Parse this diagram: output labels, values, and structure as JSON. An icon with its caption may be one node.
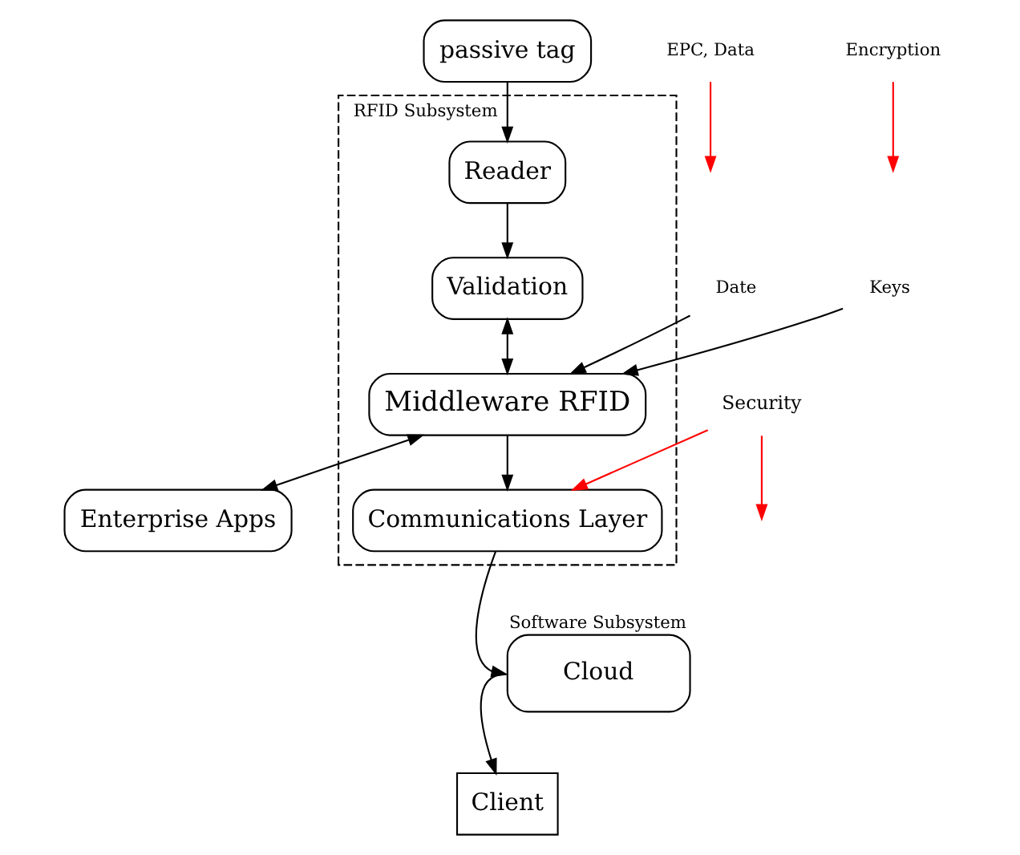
{
  "diagram": {
    "nodes": [
      {
        "text": [
          "RFID Subsystem"
        ]
      },
      {
        "text": [
          "passive tag"
        ]
      },
      {
        "text": [
          "Reader"
        ],
        "in": 0
      },
      {
        "text": [
          "Validation"
        ],
        "in": 0
      },
      {
        "text": [
          "Middleware RFID"
        ],
        "in": 0
      },
      {
        "text": [
          "Communications Layer"
        ],
        "in": 0
      },
      {
        "text": [
          "Enterprise Apps"
        ]
      },
      {
        "text": [
          "Cloud"
        ],
        "beside": [
          "Software Subsystem"
        ]
      },
      {
        "text": [
          "Client"
        ]
      },
      {
        "text": [
          "Security"
        ]
      },
      {
        "text": [
          "Date"
        ]
      },
      {
        "text": [
          "Keys"
        ]
      },
      {
        "text": [
          "EPC, Data"
        ]
      },
      {
        "text": [
          "Encryption"
        ]
      }
    ],
    "edges": [
      {
        "from": 1,
        "to": 2,
        "arrow": "to"
      },
      {
        "from": 2,
        "to": 3,
        "arrow": "to"
      },
      {
        "from": 3,
        "to": 4,
        "arrow": "both"
      },
      {
        "from": 4,
        "to": 5,
        "arrow": "to"
      },
      {
        "from": 4,
        "to": 6,
        "arrow": "both"
      },
      {
        "from": 5,
        "to": 7,
        "arrow": "to"
      },
      {
        "from": 7,
        "to": 8,
        "arrow": "to"
      },
      {
        "from": 10,
        "to": 4,
        "arrow": "to"
      },
      {
        "from": 11,
        "to": 4,
        "arrow": "to"
      },
      {
        "from": 9,
        "to": null,
        "arrow": "to",
        "color": "#ff0000"
      },
      {
        "from": 9,
        "to": 5,
        "arrow": "to",
        "color": "#ff0000"
      },
      {
        "from": 12,
        "to": null,
        "arrow": "to",
        "color": "#ff0000"
      },
      {
        "from": 13,
        "to": null,
        "arrow": "to",
        "color": "#ff0000"
      }
    ]
  }
}
